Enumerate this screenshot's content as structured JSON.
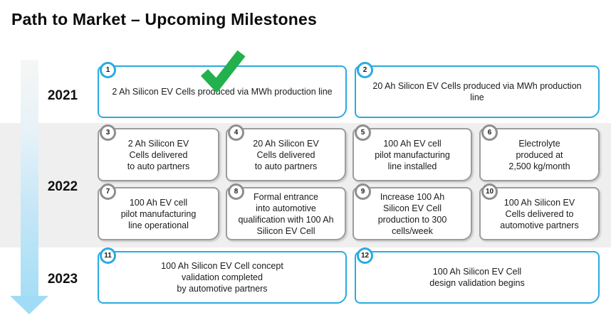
{
  "slide": {
    "title": "Path to Market – Upcoming Milestones"
  },
  "timeline": {
    "years": [
      {
        "label": "2021"
      },
      {
        "label": "2022"
      },
      {
        "label": "2023"
      }
    ]
  },
  "milestones": [
    {
      "num": "1",
      "year": "2021",
      "style": "cyan",
      "completed": true,
      "text": "2 Ah Silicon EV Cells produced via MWh production line"
    },
    {
      "num": "2",
      "year": "2021",
      "style": "cyan",
      "completed": false,
      "text": "20 Ah Silicon EV Cells produced via MWh production\nline"
    },
    {
      "num": "3",
      "year": "2022",
      "style": "gray",
      "completed": false,
      "text": "2 Ah Silicon EV\nCells delivered\nto auto partners"
    },
    {
      "num": "4",
      "year": "2022",
      "style": "gray",
      "completed": false,
      "text": "20 Ah Silicon EV\nCells delivered\nto auto partners"
    },
    {
      "num": "5",
      "year": "2022",
      "style": "gray",
      "completed": false,
      "text": "100 Ah EV cell\npilot manufacturing\nline installed"
    },
    {
      "num": "6",
      "year": "2022",
      "style": "gray",
      "completed": false,
      "text": "Electrolyte\nproduced at\n2,500 kg/month"
    },
    {
      "num": "7",
      "year": "2022",
      "style": "gray",
      "completed": false,
      "text": "100 Ah EV cell\npilot manufacturing\nline operational"
    },
    {
      "num": "8",
      "year": "2022",
      "style": "gray",
      "completed": false,
      "text": "Formal entrance\ninto automotive\nqualification with 100 Ah\nSilicon EV Cell"
    },
    {
      "num": "9",
      "year": "2022",
      "style": "gray",
      "completed": false,
      "text": "Increase 100 Ah\nSilicon EV Cell\nproduction to 300\ncells/week"
    },
    {
      "num": "10",
      "year": "2022",
      "style": "gray",
      "completed": false,
      "text": "100 Ah Silicon EV\nCells delivered to\nautomotive partners"
    },
    {
      "num": "11",
      "year": "2023",
      "style": "cyan",
      "completed": false,
      "text": "100 Ah Silicon EV Cell concept\nvalidation completed\nby automotive partners"
    },
    {
      "num": "12",
      "year": "2023",
      "style": "cyan",
      "completed": false,
      "text": "100 Ah Silicon EV Cell\ndesign validation begins"
    }
  ],
  "colors": {
    "accent_cyan": "#29abe2",
    "gray_border": "#9c9c9c",
    "band_gray": "#efefef",
    "check_green": "#22b14c",
    "arrow_blue": "#a0dcf5",
    "text_dark": "#1b1b1b"
  }
}
